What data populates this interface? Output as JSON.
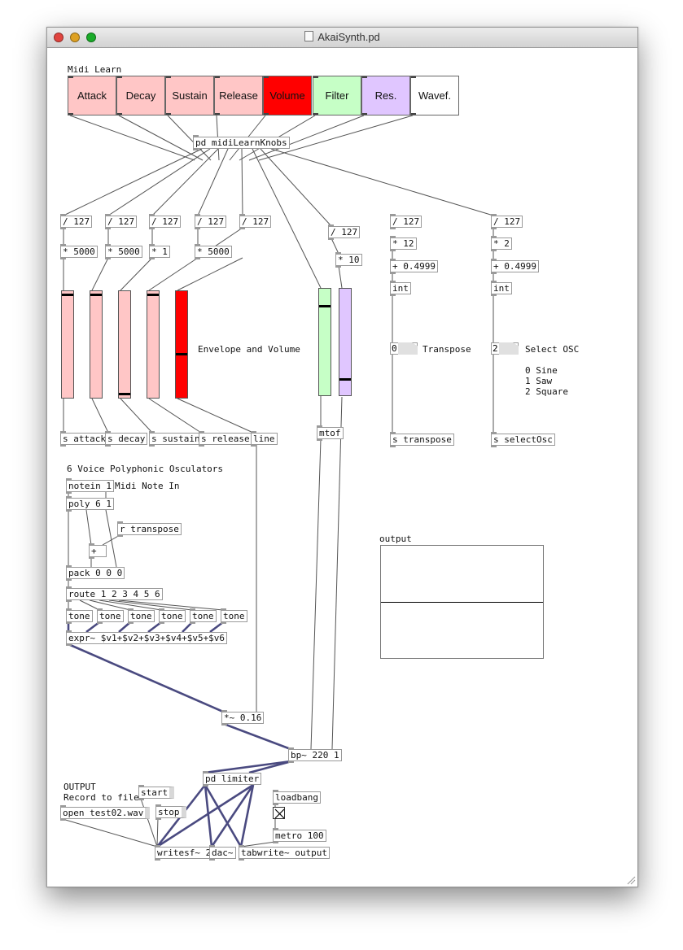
{
  "window": {
    "title": "AkaiSynth.pd",
    "traffic_lights": {
      "close": "#e0443e",
      "minimize": "#dea123",
      "zoom": "#1aab29"
    }
  },
  "comments": {
    "midi_learn": "Midi Learn",
    "envelope_volume": "Envelope and Volume",
    "transpose": "Transpose",
    "select_osc": "Select OSC",
    "osc_options": "0 Sine\n1 Saw\n2 Square",
    "voices": "6 Voice Polyphonic Osculators",
    "midi_note_in": "Midi Note In",
    "output_section": "OUTPUT\nRecord to file",
    "array_label": "output"
  },
  "bang_buttons": [
    {
      "label": "Attack",
      "color": "#ffc6c6"
    },
    {
      "label": "Decay",
      "color": "#ffc6c6"
    },
    {
      "label": "Sustain",
      "color": "#ffc6c6"
    },
    {
      "label": "Release",
      "color": "#ffc6c6"
    },
    {
      "label": "Volume",
      "color": "#ff0000"
    },
    {
      "label": "Filter",
      "color": "#c6ffc6"
    },
    {
      "label": "Res.",
      "color": "#e0c6ff"
    },
    {
      "label": "Wavef.",
      "color": "#ffffff"
    }
  ],
  "objects": {
    "midilearn": "pd midiLearnKnobs",
    "div1": "/ 127",
    "div2": "/ 127",
    "div3": "/ 127",
    "div4": "/ 127",
    "div5": "/ 127",
    "div6": "/ 127",
    "div7": "/ 127",
    "div8": "/ 127",
    "mul1": "* 5000",
    "mul2": "* 5000",
    "mul3": "* 1",
    "mul4": "* 5000",
    "mul_filter": "* 10",
    "mul_trans": "* 12",
    "add_trans": "+ 0.4999",
    "int_trans": "int",
    "mul_osc": "* 2",
    "add_osc": "+ 0.4999",
    "int_osc": "int",
    "s_attack": "s attack",
    "s_decay": "s decay",
    "s_sustain": "s sustain",
    "s_release": "s release",
    "line": "line",
    "mtof": "mtof",
    "s_transpose": "s transpose",
    "s_selectosc": "s selectOsc",
    "notein": "notein 1",
    "poly": "poly 6 1",
    "r_transpose": "r transpose",
    "plus": "+",
    "pack": "pack 0 0 0",
    "route": "route 1 2 3 4 5 6",
    "tone": "tone",
    "expr": "expr~ $v1+$v2+$v3+$v4+$v5+$v6",
    "mul_sig": "*~ 0.16",
    "bp": "bp~ 220 1",
    "limiter": "pd limiter",
    "start": "start",
    "stop": "stop",
    "open": "open test02.wav",
    "loadbang": "loadbang",
    "metro": "metro 100",
    "writesf": "writesf~ 2",
    "dac": "dac~",
    "tabwrite": "tabwrite~ output"
  },
  "sliders": [
    {
      "name": "attack-slider",
      "color": "#ffc6c6",
      "value": 0.98
    },
    {
      "name": "decay-slider",
      "color": "#ffc6c6",
      "value": 0.98
    },
    {
      "name": "sustain-slider",
      "color": "#ffc6c6",
      "value": 0.02
    },
    {
      "name": "release-slider",
      "color": "#ffc6c6",
      "value": 0.98
    },
    {
      "name": "volume-slider",
      "color": "#ff0000",
      "value": 0.41
    },
    {
      "name": "filter-slider",
      "color": "#c6ffc6",
      "value": 0.84
    },
    {
      "name": "res-slider",
      "color": "#e0c6ff",
      "value": 0.14
    }
  ],
  "number_boxes": {
    "transpose": "0",
    "select_osc": "2"
  },
  "toggle": {
    "checked": true
  }
}
